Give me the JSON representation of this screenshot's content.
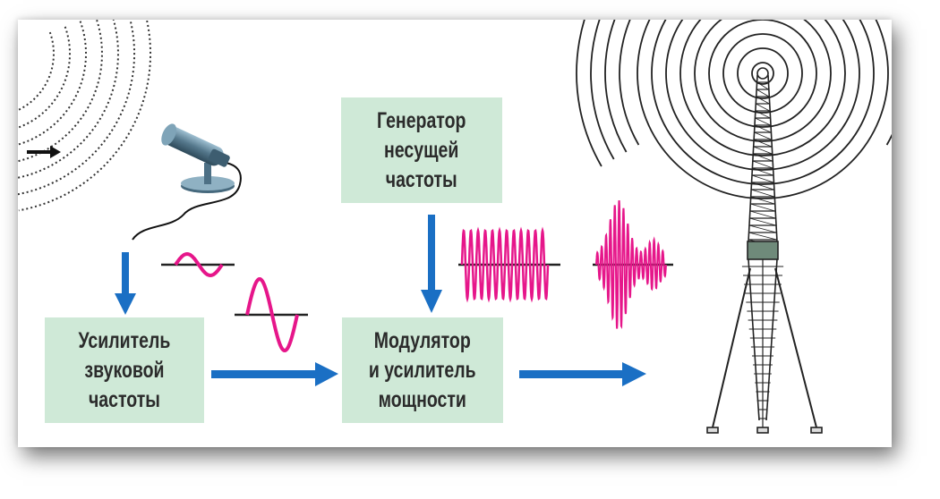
{
  "diagram": {
    "boxes": {
      "carrier_generator": {
        "lines": [
          "Генератор",
          "несущей",
          "частоты"
        ]
      },
      "audio_amplifier": {
        "lines": [
          "Усилитель",
          "звуковой",
          "частоты"
        ]
      },
      "modulator": {
        "lines": [
          "Модулятор",
          "и усилитель",
          "мощности"
        ]
      }
    },
    "colors": {
      "box_fill": "#cfe9d7",
      "arrow": "#1a6fc4",
      "signal": "#e6168a",
      "line": "#222222",
      "mic": "#5a7f94"
    },
    "icons": [
      "sound-wave-icon",
      "microphone-icon",
      "radio-tower-icon",
      "radiation-wave-icon"
    ]
  }
}
